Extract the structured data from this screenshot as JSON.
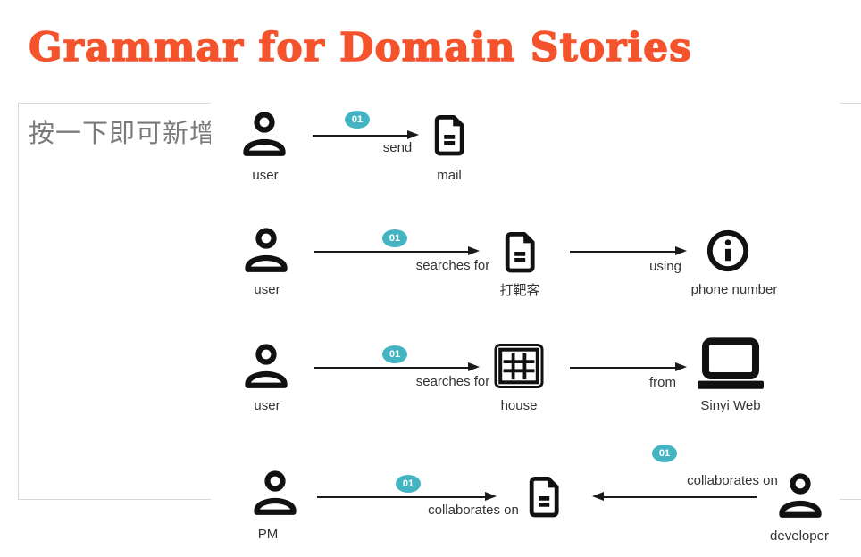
{
  "title": "Grammar for Domain Stories",
  "placeholder_box": {
    "text": "按一下即可新增"
  },
  "colors": {
    "accent": "#f4532c",
    "badge": "#45b4c2",
    "icon": "#111111",
    "box_border": "#d8d8d8",
    "label_text": "#333333",
    "placeholder_text": "#7a7a7a"
  },
  "diagram": {
    "rows": [
      {
        "actor": {
          "label": "user",
          "icon": "person-icon"
        },
        "arrow1": {
          "badge": "01",
          "label": "send"
        },
        "object1": {
          "label": "mail",
          "icon": "document-icon"
        }
      },
      {
        "actor": {
          "label": "user",
          "icon": "person-icon"
        },
        "arrow1": {
          "badge": "01",
          "label": "searches for"
        },
        "object1": {
          "label": "打靶客",
          "icon": "document-icon"
        },
        "arrow2": {
          "label": "using"
        },
        "object2": {
          "label": "phone number",
          "icon": "info-icon"
        }
      },
      {
        "actor": {
          "label": "user",
          "icon": "person-icon"
        },
        "arrow1": {
          "badge": "01",
          "label": "searches for"
        },
        "object1": {
          "label": "house",
          "icon": "window-grid-icon"
        },
        "arrow2": {
          "label": "from"
        },
        "object2": {
          "label": "Sinyi Web",
          "icon": "laptop-icon"
        }
      },
      {
        "actor": {
          "label": "PM",
          "icon": "person-icon"
        },
        "arrow1": {
          "badge": "01",
          "label": "collaborates on"
        },
        "object1": {
          "icon": "document-icon"
        },
        "arrow2": {
          "badge": "01",
          "label": "collaborates on",
          "direction": "left"
        },
        "actor2": {
          "label": "developer",
          "icon": "person-icon"
        }
      }
    ]
  }
}
